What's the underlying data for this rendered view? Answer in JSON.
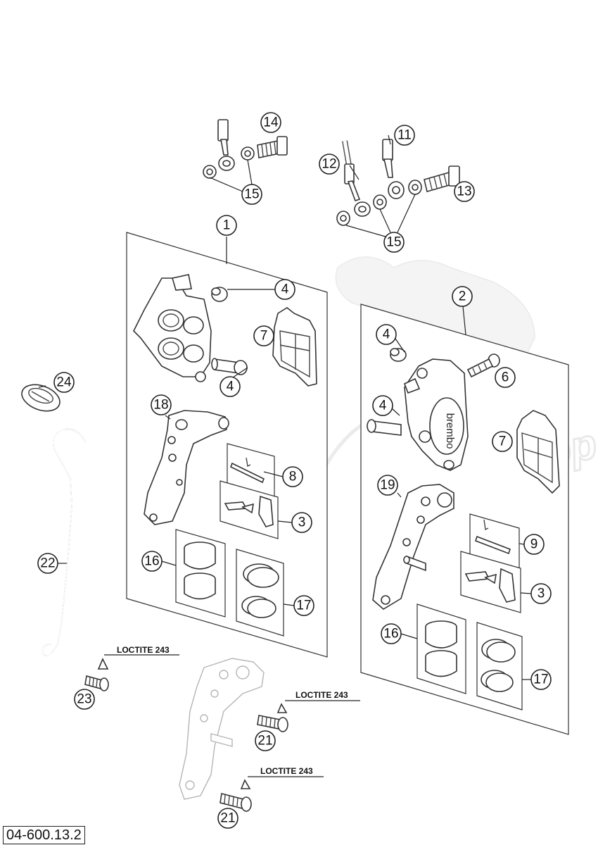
{
  "reference_code": "04-600.13.2",
  "note_label": "LOCTITE 243",
  "brand_marking": "brembo",
  "watermark_text": "AdiShop",
  "callouts": {
    "c1": "1",
    "c2": "2",
    "c3a": "3",
    "c3b": "3",
    "c4a": "4",
    "c4b": "4",
    "c4c": "4",
    "c4d": "4",
    "c6": "6",
    "c7a": "7",
    "c7b": "7",
    "c8": "8",
    "c9": "9",
    "c11": "11",
    "c12": "12",
    "c13": "13",
    "c14": "14",
    "c15a": "15",
    "c15b": "15",
    "c16a": "16",
    "c16b": "16",
    "c17a": "17",
    "c17b": "17",
    "c18": "18",
    "c19": "19",
    "c21a": "21",
    "c21b": "21",
    "c22": "22",
    "c23": "23",
    "c24": "24"
  }
}
